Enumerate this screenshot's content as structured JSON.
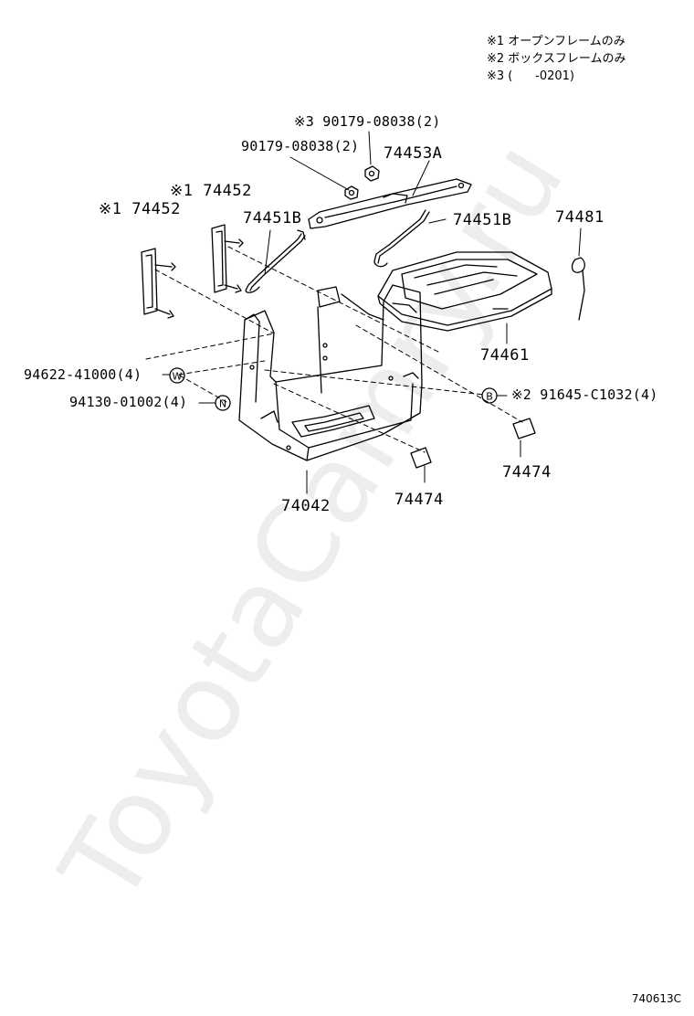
{
  "notes": [
    "※1 オープンフレームのみ",
    "※2 ボックスフレームのみ",
    "※3 (      -0201)"
  ],
  "labels": {
    "bolt_top_noted": "※3 90179-08038(2)",
    "bolt_top": "90179-08038(2)",
    "clamp_a": "74453A",
    "bracket_right_noted": "※1 74452",
    "bracket_left_noted": "※1 74452",
    "rod_left": "74451B",
    "rod_right": "74451B",
    "clip": "74481",
    "battery_tray_top": "74461",
    "washer": "94622-41000(4)",
    "nut": "94130-01002(4)",
    "bolt_right": "※2 91645-C1032(4)",
    "pad_right": "74474",
    "tray": "74042",
    "pad_center": "74474"
  },
  "symbols": {
    "washer": "W",
    "nut": "N",
    "bolt": "B"
  },
  "footer_code": "740613C",
  "watermark": "ToyotaCamry.ru"
}
